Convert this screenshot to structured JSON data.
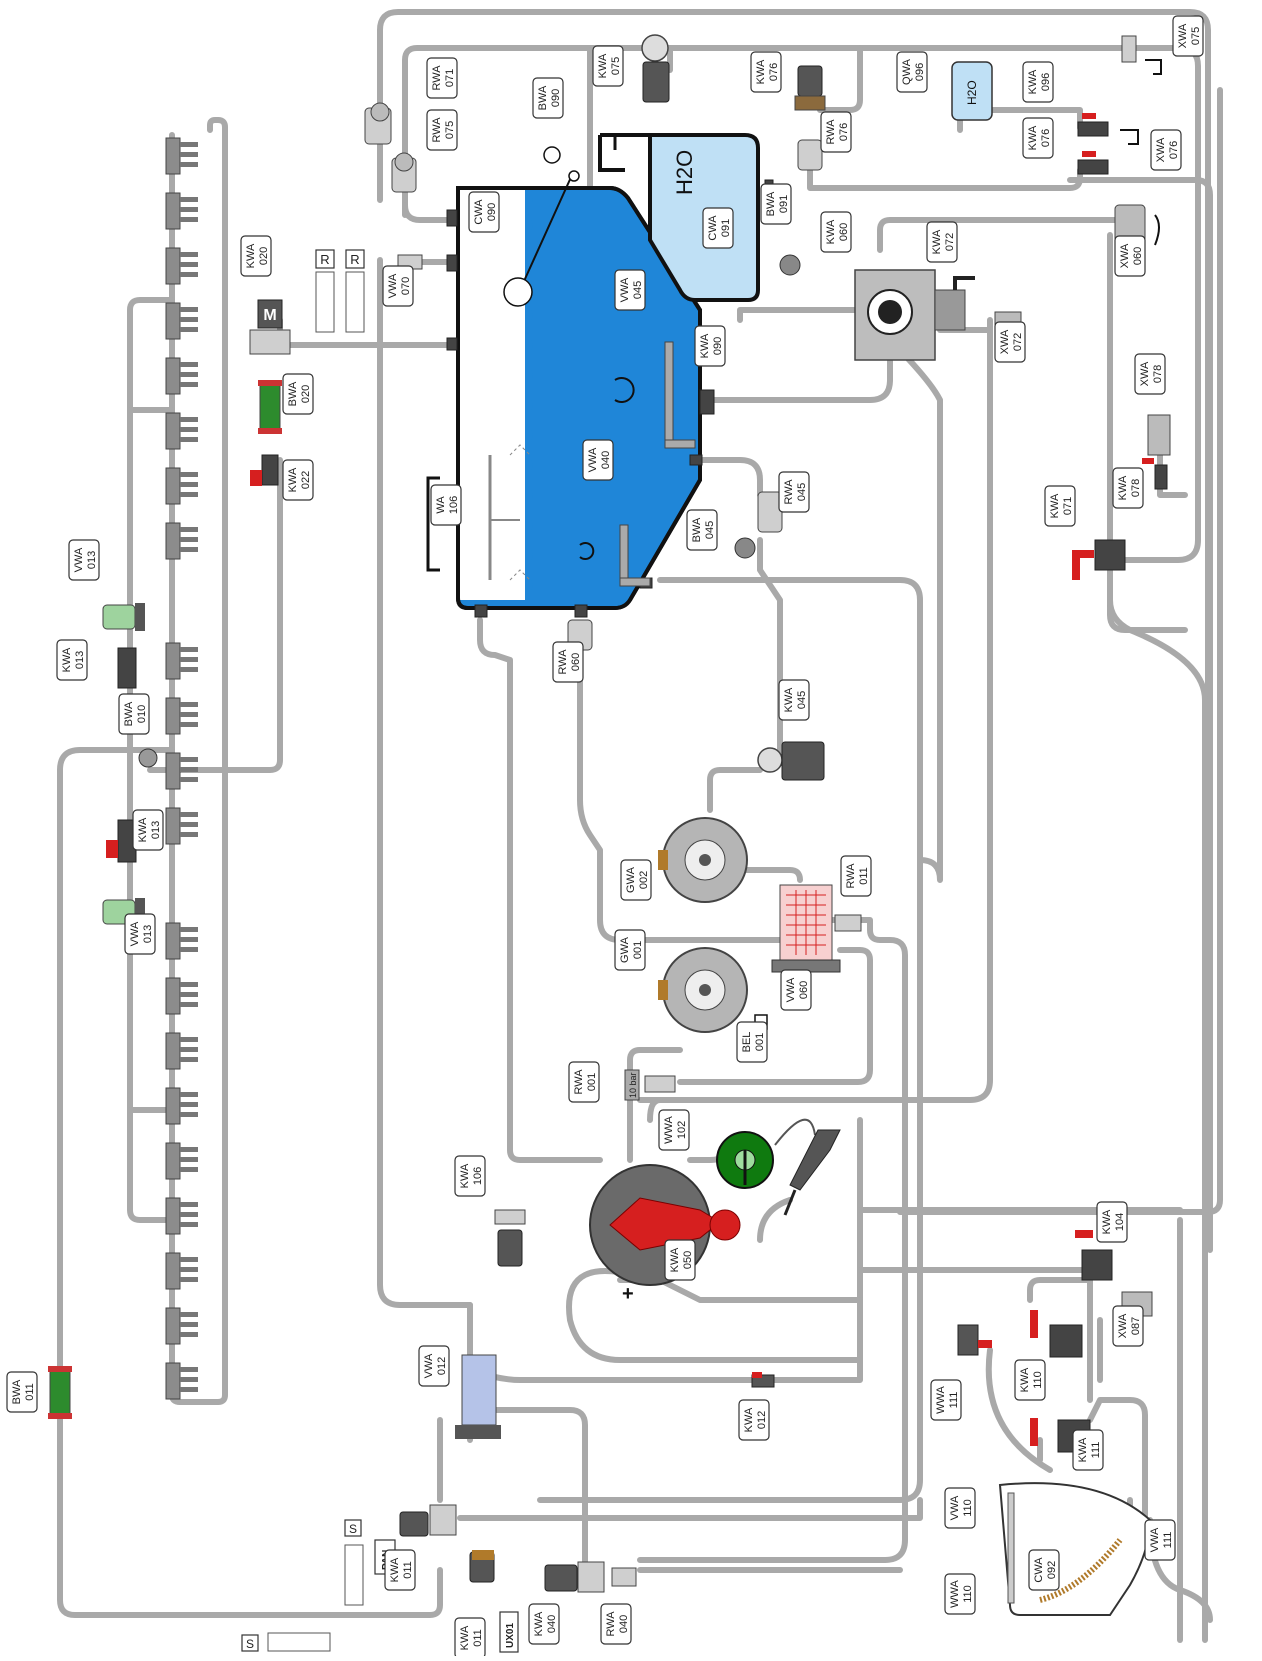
{
  "colors": {
    "pipe": "#a9a9a9",
    "water": "#1f86d8",
    "fresh_water": "#bfe0f5",
    "handle": "#d61f1f",
    "filter_green": "#2d8b2d",
    "hose_reel": "#0f7a0f"
  },
  "tags": [
    {
      "id": "rwa-071",
      "line1": "RWA",
      "line2": "071"
    },
    {
      "id": "rwa-075",
      "line1": "RWA",
      "line2": "075"
    },
    {
      "id": "bwa-090",
      "line1": "BWA",
      "line2": "090"
    },
    {
      "id": "kwa-075",
      "line1": "KWA",
      "line2": "075"
    },
    {
      "id": "kwa-076-top",
      "line1": "KWA",
      "line2": "076"
    },
    {
      "id": "rwa-076",
      "line1": "RWA",
      "line2": "076"
    },
    {
      "id": "qwa-096",
      "line1": "QWA",
      "line2": "096"
    },
    {
      "id": "kwa-096",
      "line1": "KWA",
      "line2": "096"
    },
    {
      "id": "kwa-076-right",
      "line1": "KWA",
      "line2": "076"
    },
    {
      "id": "xwa-076",
      "line1": "XWA",
      "line2": "076"
    },
    {
      "id": "xwa-075",
      "line1": "XWA",
      "line2": "075"
    },
    {
      "id": "cwa-090",
      "line1": "CWA",
      "line2": "090"
    },
    {
      "id": "cwa-091",
      "line1": "CWA",
      "line2": "091"
    },
    {
      "id": "bwa-091",
      "line1": "BWA",
      "line2": "091"
    },
    {
      "id": "kwa-060",
      "line1": "KWA",
      "line2": "060"
    },
    {
      "id": "kwa-072",
      "line1": "KWA",
      "line2": "072"
    },
    {
      "id": "xwa-060",
      "line1": "XWA",
      "line2": "060"
    },
    {
      "id": "xwa-072",
      "line1": "XWA",
      "line2": "072"
    },
    {
      "id": "kwa-020",
      "line1": "KWA",
      "line2": "020"
    },
    {
      "id": "vwa-070",
      "line1": "VWA",
      "line2": "070"
    },
    {
      "id": "vwa-045",
      "line1": "VWA",
      "line2": "045"
    },
    {
      "id": "kwa-090",
      "line1": "KWA",
      "line2": "090"
    },
    {
      "id": "bwa-020",
      "line1": "BWA",
      "line2": "020"
    },
    {
      "id": "kwa-022",
      "line1": "KWA",
      "line2": "022"
    },
    {
      "id": "xwa-078",
      "line1": "XWA",
      "line2": "078"
    },
    {
      "id": "kwa-078",
      "line1": "KWA",
      "line2": "078"
    },
    {
      "id": "kwa-071",
      "line1": "KWA",
      "line2": "071"
    },
    {
      "id": "wa-106",
      "line1": "WA",
      "line2": "106"
    },
    {
      "id": "vwa-040",
      "line1": "VWA",
      "line2": "040"
    },
    {
      "id": "rwa-045",
      "line1": "RWA",
      "line2": "045"
    },
    {
      "id": "bwa-045",
      "line1": "BWA",
      "line2": "045"
    },
    {
      "id": "vwa-013-top",
      "line1": "VWA",
      "line2": "013"
    },
    {
      "id": "kwa-013-top",
      "line1": "KWA",
      "line2": "013"
    },
    {
      "id": "rwa-060",
      "line1": "RWA",
      "line2": "060"
    },
    {
      "id": "bwa-010",
      "line1": "BWA",
      "line2": "010"
    },
    {
      "id": "kwa-045",
      "line1": "KWA",
      "line2": "045"
    },
    {
      "id": "kwa-013-bottom",
      "line1": "KWA",
      "line2": "013"
    },
    {
      "id": "gwa-002",
      "line1": "GWA",
      "line2": "002"
    },
    {
      "id": "rwa-011",
      "line1": "RWA",
      "line2": "011"
    },
    {
      "id": "vwa-013-bottom",
      "line1": "VWA",
      "line2": "013"
    },
    {
      "id": "gwa-001",
      "line1": "GWA",
      "line2": "001"
    },
    {
      "id": "vwa-060",
      "line1": "VWA",
      "line2": "060"
    },
    {
      "id": "bel-001",
      "line1": "BEL",
      "line2": "001"
    },
    {
      "id": "rwa-001",
      "line1": "RWA",
      "line2": "001"
    },
    {
      "id": "wwa-102",
      "line1": "WWA",
      "line2": "102"
    },
    {
      "id": "kwa-106",
      "line1": "KWA",
      "line2": "106"
    },
    {
      "id": "kwa-050",
      "line1": "KWA",
      "line2": "050"
    },
    {
      "id": "kwa-104",
      "line1": "KWA",
      "line2": "104"
    },
    {
      "id": "xwa-087",
      "line1": "XWA",
      "line2": "087"
    },
    {
      "id": "wwa-111",
      "line1": "WWA",
      "line2": "111"
    },
    {
      "id": "kwa-110",
      "line1": "KWA",
      "line2": "110"
    },
    {
      "id": "kwa-111",
      "line1": "KWA",
      "line2": "111"
    },
    {
      "id": "bwa-011",
      "line1": "BWA",
      "line2": "011"
    },
    {
      "id": "vwa-012",
      "line1": "VWA",
      "line2": "012"
    },
    {
      "id": "kwa-012",
      "line1": "KWA",
      "line2": "012"
    },
    {
      "id": "vwa-110",
      "line1": "VWA",
      "line2": "110"
    },
    {
      "id": "cwa-092",
      "line1": "CWA",
      "line2": "092"
    },
    {
      "id": "vwa-111",
      "line1": "VWA",
      "line2": "111"
    },
    {
      "id": "wwa-110",
      "line1": "WWA",
      "line2": "110"
    },
    {
      "id": "kwa-011-left",
      "line1": "KWA",
      "line2": "011"
    },
    {
      "id": "kwa-011-bottom",
      "line1": "KWA",
      "line2": "011"
    },
    {
      "id": "kwa-040",
      "line1": "KWA",
      "line2": "040"
    },
    {
      "id": "rwa-040",
      "line1": "RWA",
      "line2": "040"
    }
  ],
  "text_labels": {
    "h2o_tank": "H2O",
    "h2o_small": "H2O",
    "motor": "M",
    "r1": "R",
    "r2": "R",
    "s1": "S",
    "s2": "S",
    "pan": "PAN",
    "ux01": "UX01",
    "pressure": "10 bar",
    "plus": "+"
  }
}
